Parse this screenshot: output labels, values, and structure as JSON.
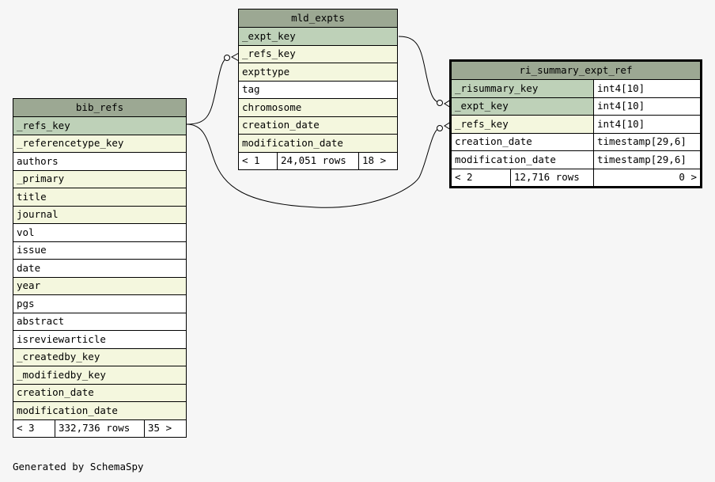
{
  "footer": "Generated by SchemaSpy",
  "tables": {
    "mld_expts": {
      "name": "mld_expts",
      "columns": [
        {
          "name": "_expt_key",
          "kind": "pk"
        },
        {
          "name": "_refs_key",
          "kind": "fk"
        },
        {
          "name": "expttype",
          "kind": "fk"
        },
        {
          "name": "tag",
          "kind": "plain"
        },
        {
          "name": "chromosome",
          "kind": "fk"
        },
        {
          "name": "creation_date",
          "kind": "fk"
        },
        {
          "name": "modification_date",
          "kind": "fk"
        }
      ],
      "footer": {
        "parents": "< 1",
        "rows": "24,051 rows",
        "children": "18 >"
      }
    },
    "bib_refs": {
      "name": "bib_refs",
      "columns": [
        {
          "name": "_refs_key",
          "kind": "pk"
        },
        {
          "name": "_referencetype_key",
          "kind": "fk"
        },
        {
          "name": "authors",
          "kind": "plain"
        },
        {
          "name": "_primary",
          "kind": "fk"
        },
        {
          "name": "title",
          "kind": "fk"
        },
        {
          "name": "journal",
          "kind": "fk"
        },
        {
          "name": "vol",
          "kind": "plain"
        },
        {
          "name": "issue",
          "kind": "plain"
        },
        {
          "name": "date",
          "kind": "plain"
        },
        {
          "name": "year",
          "kind": "fk"
        },
        {
          "name": "pgs",
          "kind": "plain"
        },
        {
          "name": "abstract",
          "kind": "plain"
        },
        {
          "name": "isreviewarticle",
          "kind": "plain"
        },
        {
          "name": "_createdby_key",
          "kind": "fk"
        },
        {
          "name": "_modifiedby_key",
          "kind": "fk"
        },
        {
          "name": "creation_date",
          "kind": "fk"
        },
        {
          "name": "modification_date",
          "kind": "fk"
        }
      ],
      "footer": {
        "parents": "< 3",
        "rows": "332,736 rows",
        "children": "35 >"
      }
    },
    "ri_summary_expt_ref": {
      "name": "ri_summary_expt_ref",
      "columns": [
        {
          "name": "_risummary_key",
          "type": "int4[10]",
          "kind": "pk"
        },
        {
          "name": "_expt_key",
          "type": "int4[10]",
          "kind": "pk"
        },
        {
          "name": "_refs_key",
          "type": "int4[10]",
          "kind": "fk"
        },
        {
          "name": "creation_date",
          "type": "timestamp[29,6]",
          "kind": "plain"
        },
        {
          "name": "modification_date",
          "type": "timestamp[29,6]",
          "kind": "plain"
        }
      ],
      "footer": {
        "parents": "< 2",
        "rows": "12,716 rows",
        "children": "0 >"
      }
    }
  },
  "colors": {
    "header": "#9ca893",
    "primary_key": "#bed1b8",
    "foreign_key": "#f4f7de",
    "plain": "#ffffff",
    "background": "#f6f6f6"
  }
}
